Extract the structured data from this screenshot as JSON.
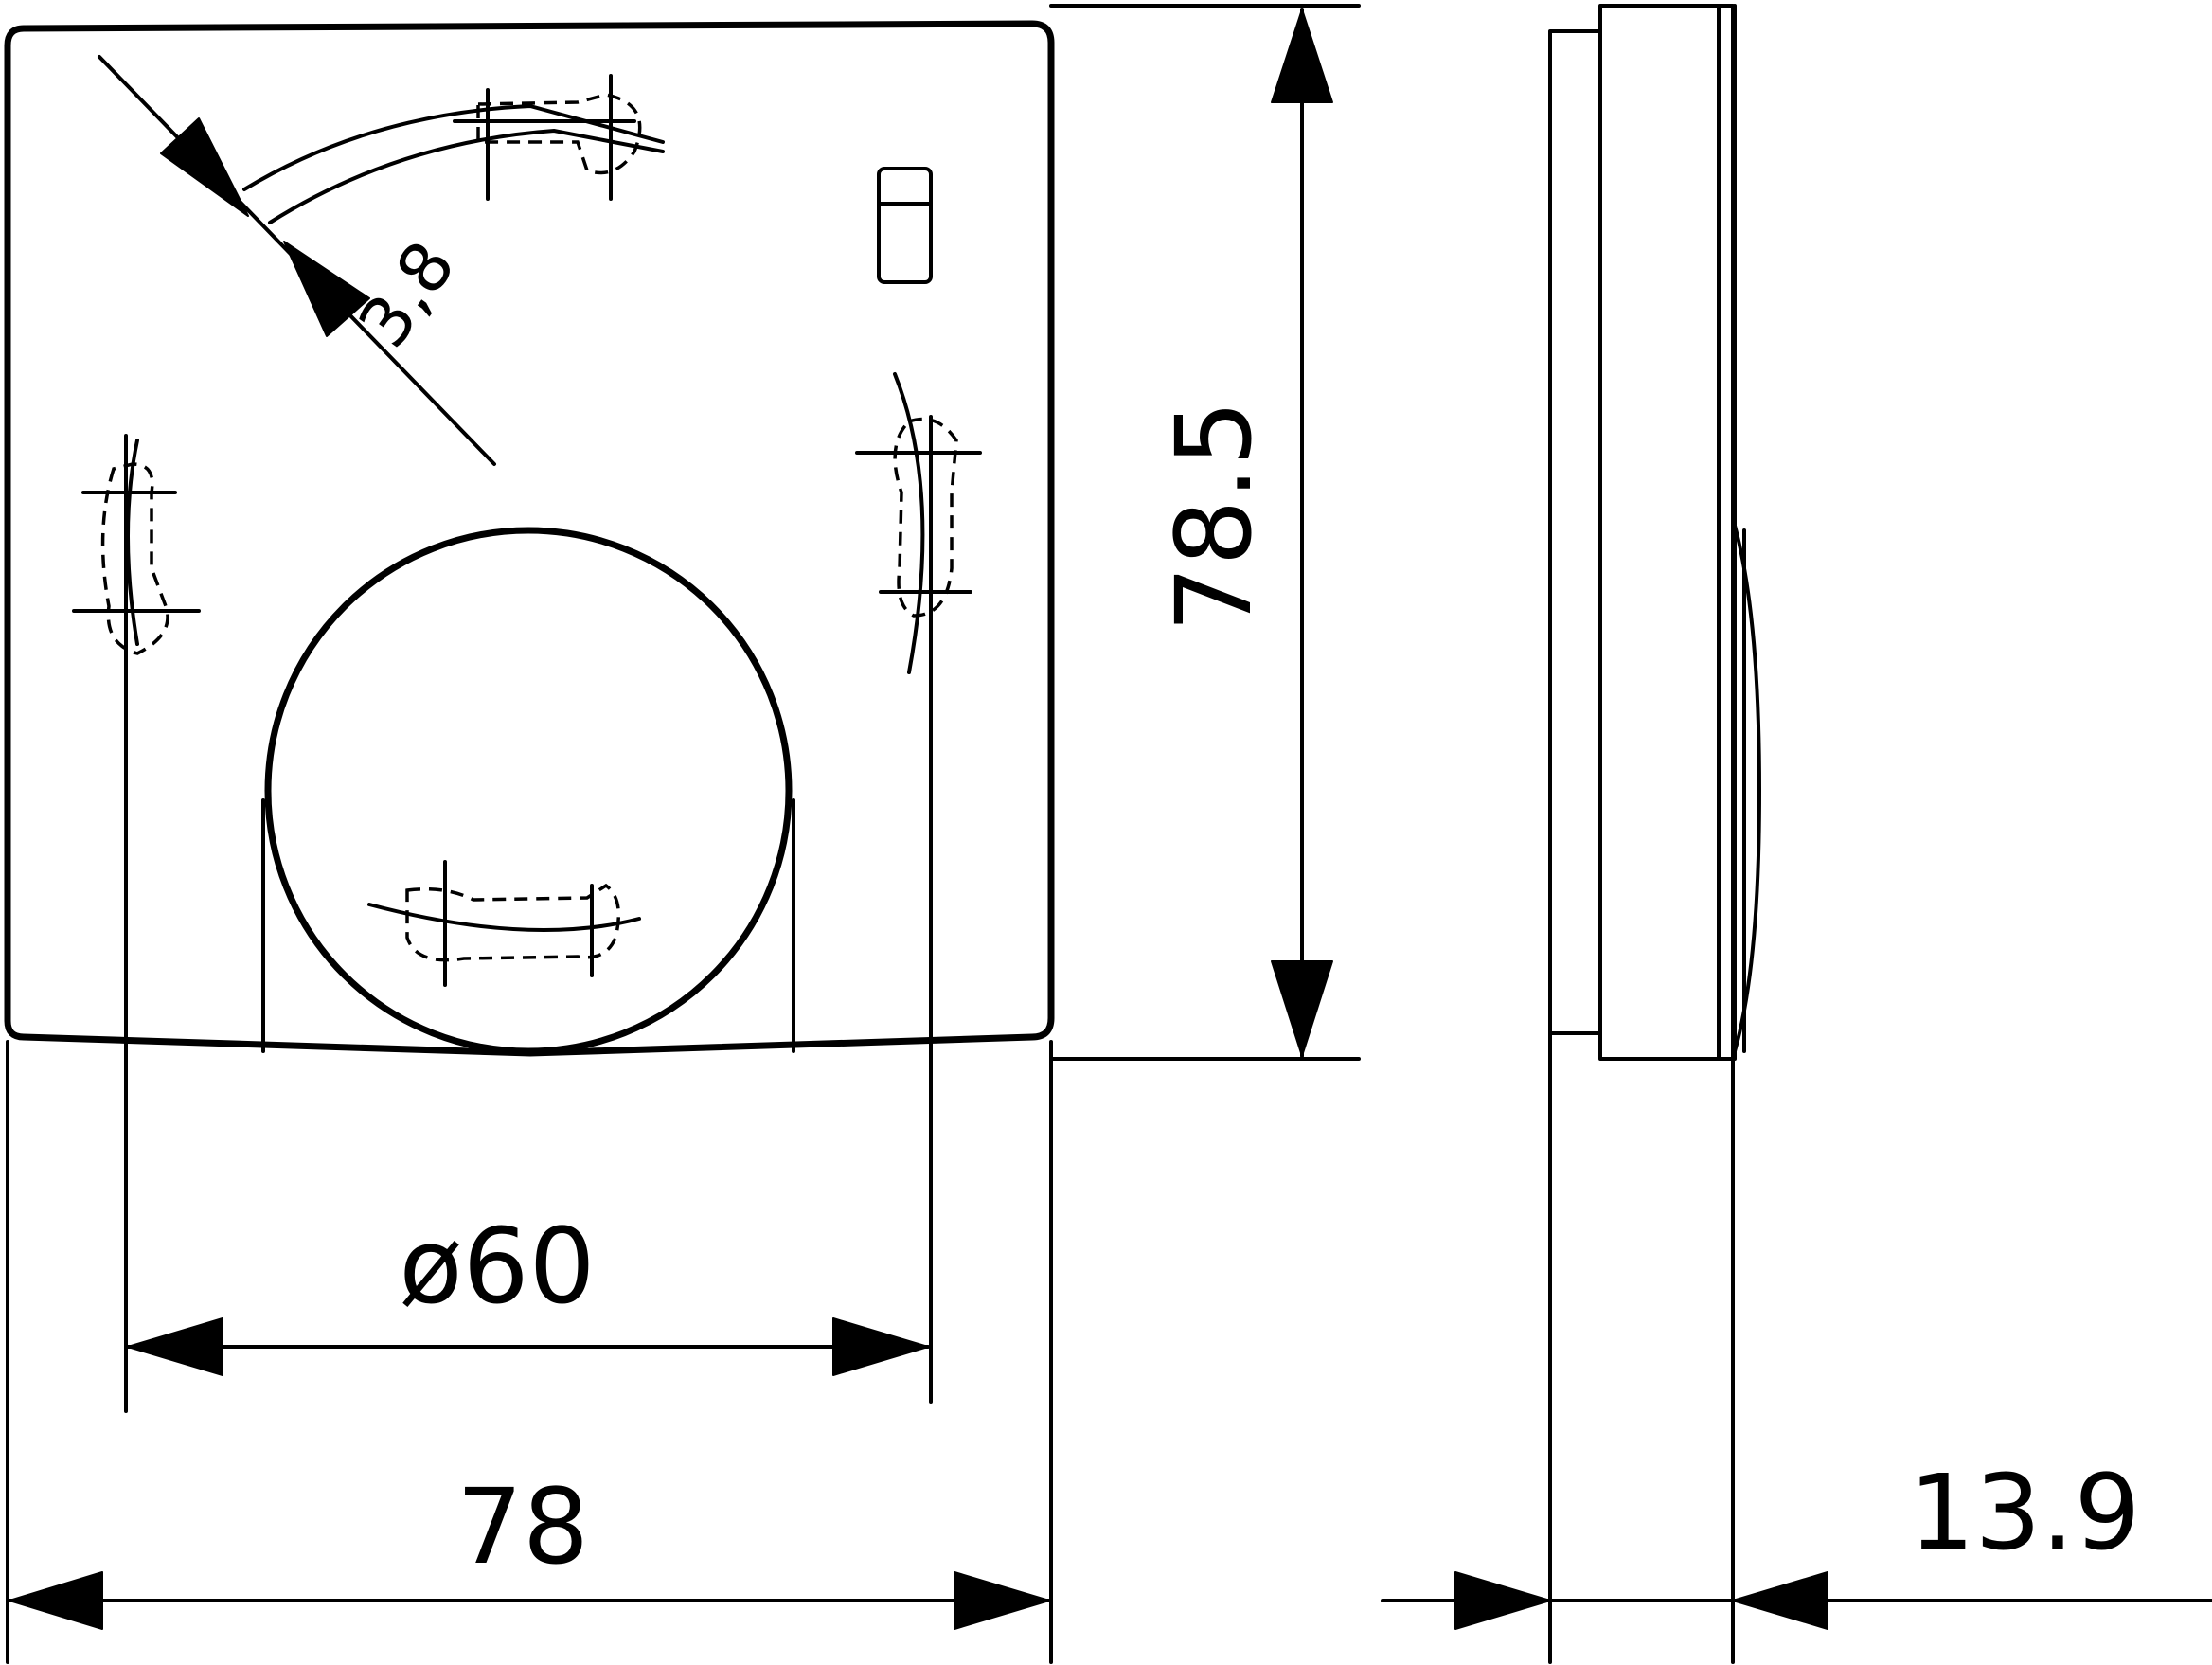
{
  "dimensions": {
    "width": "78",
    "height": "78.5",
    "hole_diameter": "ø60",
    "depth": "13.9",
    "screw_hole": "3,8"
  }
}
